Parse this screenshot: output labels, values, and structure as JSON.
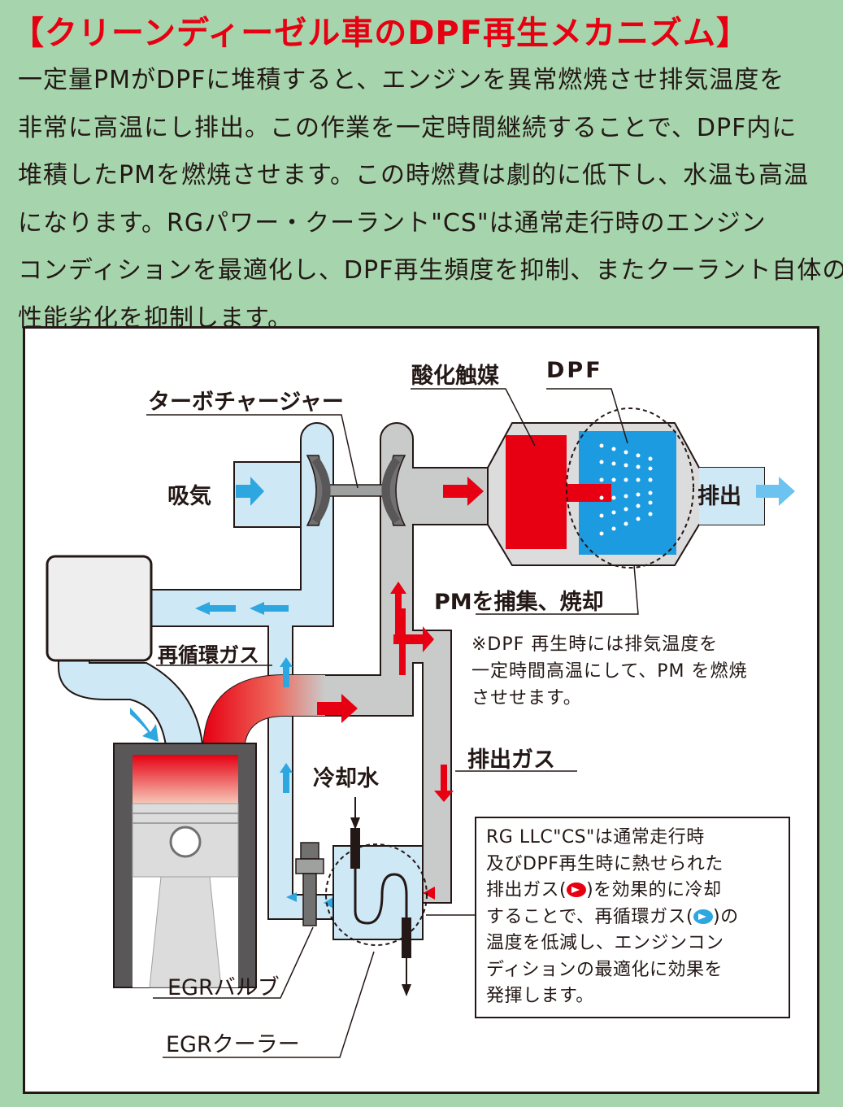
{
  "title": "【クリーンディーゼル車のDPF再生メカニズム】",
  "intro_lines": [
    "一定量PMがDPFに堆積すると、エンジンを異常燃焼させ排気温度を",
    "非常に高温にし排出。この作業を一定時間継続することで、DPF内に",
    "堆積したPMを燃焼させます。この時燃費は劇的に低下し、水温も高温",
    "になります。RGパワー・クーラント\"CS\"は通常走行時のエンジン",
    "コンディションを最適化し、DPF再生頻度を抑制、またクーラント自体の",
    "性能劣化を抑制します。"
  ],
  "labels": {
    "turbocharger": "ターボチャージャー",
    "catalyst": "酸化触媒",
    "dpf": "DPF",
    "intake": "吸気",
    "exhaust_out": "排出",
    "pm_capture": "PMを捕集、焼却",
    "recirculation_gas": "再循環ガス",
    "exhaust_gas": "排出ガス",
    "coolant": "冷却水",
    "egr_valve": "EGRバルブ",
    "egr_cooler": "EGRクーラー"
  },
  "dpf_note_lines": [
    "※DPF 再生時には排気温度を",
    "一定時間高温にして、PM を燃焼",
    "させせます。"
  ],
  "llc_note": {
    "line1": "RG LLC\"CS\"は通常走行時",
    "line2": "及びDPF再生時に熱せられた",
    "line3_a": "排出ガス(",
    "line3_b": ")を効果的に冷却",
    "line4_a": "することで、再循環ガス(",
    "line4_b": ")の",
    "line5": "温度を低減し、エンジンコン",
    "line6": "ディションの最適化に効果を",
    "line7": "発揮します。"
  },
  "colors": {
    "title_red": "#e60012",
    "background_green": "#a6d5ad",
    "intake_blue": "#2ea7e0",
    "exhaust_red": "#e60012",
    "pipe_gray": "#c9caca",
    "pipe_light_blue": "#cfe8f6",
    "dpf_blue": "#1d9be0"
  }
}
